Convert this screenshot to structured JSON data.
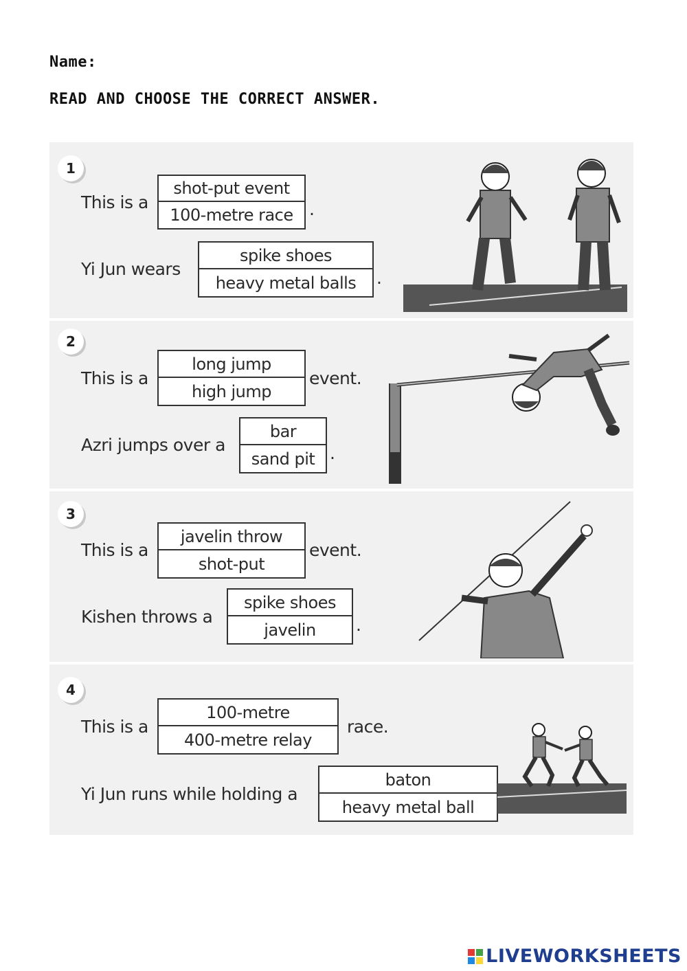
{
  "header": {
    "name_label": "Name:",
    "instruction": "READ AND CHOOSE THE CORRECT ANSWER."
  },
  "questions": [
    {
      "number": "1",
      "line1": {
        "prefix": "This is a",
        "options": [
          "shot-put event",
          "100-metre race"
        ],
        "suffix": "."
      },
      "line2": {
        "prefix": "Yi Jun wears",
        "options": [
          "spike shoes",
          "heavy metal balls"
        ],
        "suffix": "."
      }
    },
    {
      "number": "2",
      "line1": {
        "prefix": "This is a",
        "options": [
          "long jump",
          "high jump"
        ],
        "suffix": "event."
      },
      "line2": {
        "prefix": "Azri jumps over a",
        "options": [
          "bar",
          "sand pit"
        ],
        "suffix": "."
      }
    },
    {
      "number": "3",
      "line1": {
        "prefix": "This is a",
        "options": [
          "javelin throw",
          "shot-put"
        ],
        "suffix": "event."
      },
      "line2": {
        "prefix": "Kishen throws a",
        "options": [
          "spike shoes",
          "javelin"
        ],
        "suffix": "."
      }
    },
    {
      "number": "4",
      "line1": {
        "prefix": "This is a",
        "options": [
          "100-metre",
          "400-metre relay"
        ],
        "suffix": "race."
      },
      "line2": {
        "prefix": "Yi Jun runs while holding a",
        "options": [
          "baton",
          "heavy metal ball"
        ],
        "suffix": ""
      }
    }
  ],
  "footer": {
    "brand": "LIVEWORKSHEETS",
    "logo_colors": [
      "#e53935",
      "#43a047",
      "#1e88e5",
      "#fdd835"
    ]
  }
}
